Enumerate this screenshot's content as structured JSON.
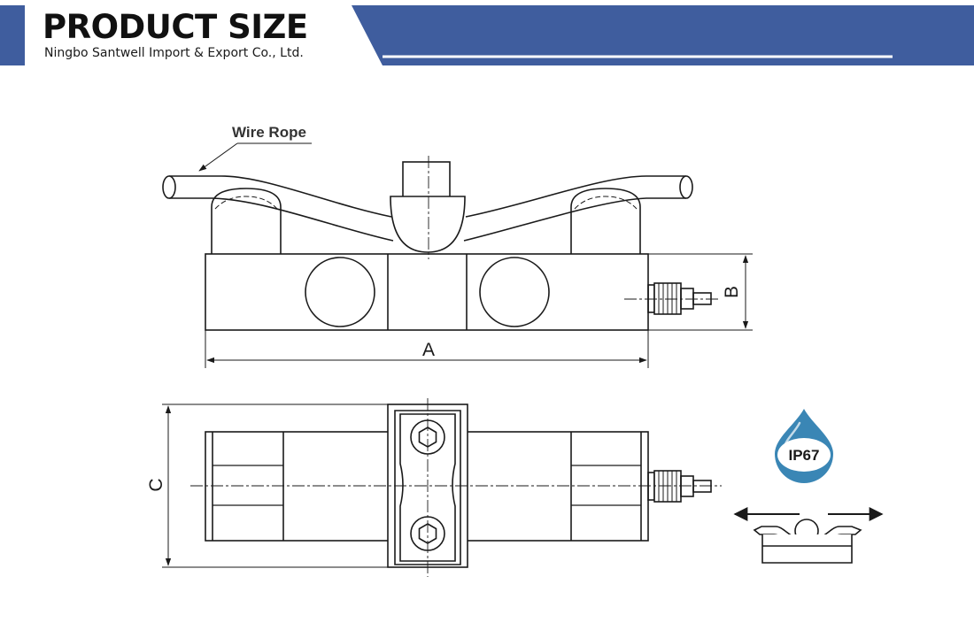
{
  "header": {
    "title": "PRODUCT SIZE",
    "subtitle": "Ningbo Santwell Import & Export Co., Ltd.",
    "accent_color": "#3f5d9e"
  },
  "diagram": {
    "callout_label": "Wire Rope",
    "dimension_labels": {
      "a": "A",
      "b": "B",
      "c": "C"
    },
    "badge_text": "IP67",
    "badge_color": "#3a86b5",
    "line_color": "#1a1a1a"
  }
}
